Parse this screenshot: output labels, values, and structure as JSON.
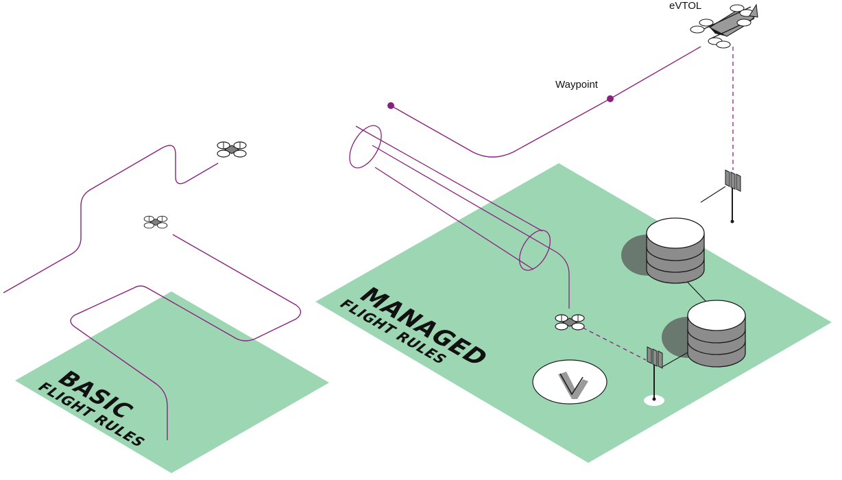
{
  "zones": {
    "basic": {
      "title": "BASIC",
      "subtitle": "FLIGHT RULES"
    },
    "managed": {
      "title": "MANAGED",
      "subtitle": "FLIGHT RULES"
    }
  },
  "labels": {
    "evtol": "eVTOL",
    "waypoint": "Waypoint"
  },
  "colors": {
    "zone_fill": "#9dd6b3",
    "flight_path": "#8a1f7e",
    "waypoint_dot": "#8a1f7e",
    "outline": "#1a1a1a",
    "data_stack": "#8c8c8c",
    "pad": "#ffffff"
  },
  "icons": [
    "quadcopter-drone-icon",
    "evtol-aircraft-icon",
    "cell-antenna-icon",
    "data-server-icon",
    "vertiport-pad-icon"
  ]
}
